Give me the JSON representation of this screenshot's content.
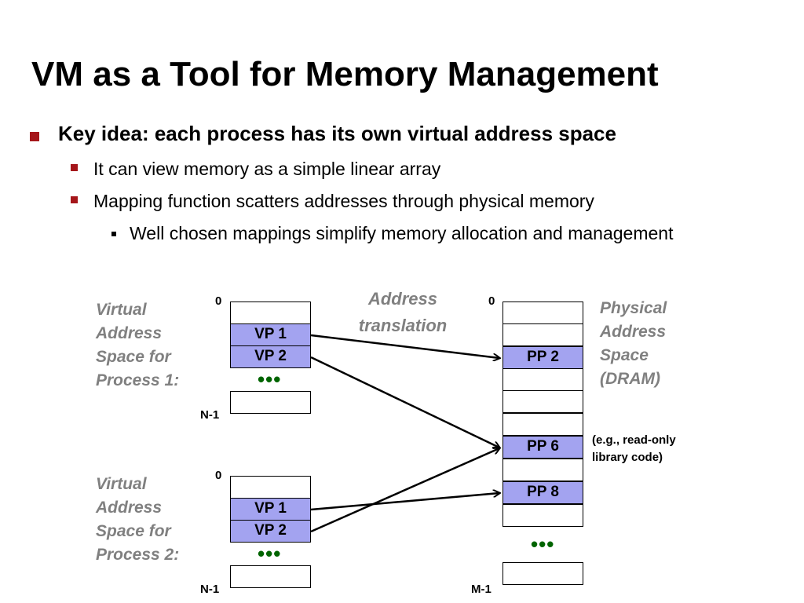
{
  "title": "VM as a Tool for Memory Management",
  "bullets": {
    "l1": "Key idea: each process has its own virtual address space",
    "l2a": "It can view memory as a simple linear array",
    "l2b": "Mapping function scatters addresses through physical memory",
    "l3": "Well chosen mappings simplify memory allocation and management"
  },
  "diagram": {
    "vas1_label": [
      "Virtual",
      "Address",
      "Space for",
      "Process 1:"
    ],
    "vas2_label": [
      "Virtual",
      "Address",
      "Space for",
      "Process 2:"
    ],
    "pas_label": [
      "Physical",
      "Address",
      "Space",
      "(DRAM)"
    ],
    "translation_label": [
      "Address",
      "translation"
    ],
    "vp1": "VP 1",
    "vp2": "VP 2",
    "pp2": "PP 2",
    "pp6": "PP 6",
    "pp8": "PP 8",
    "zero": "0",
    "n_minus_1": "N-1",
    "m_minus_1": "M-1",
    "ellipsis": "•••",
    "note": [
      "(e.g., read-only",
      "library code)"
    ],
    "colors": {
      "page_fill": "#a3a3f0",
      "bullet_red": "#a5161a",
      "label_gray": "#808080",
      "dots_green": "#006400"
    }
  }
}
